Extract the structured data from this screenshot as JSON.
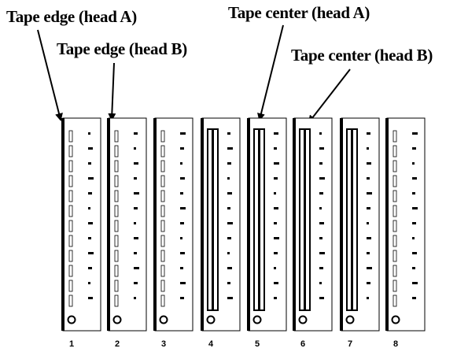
{
  "labels": {
    "tape_edge_head_a": "Tape edge (head A)",
    "tape_edge_head_b": "Tape edge (head B)",
    "tape_center_head_a": "Tape center (head A)",
    "tape_center_head_b": "Tape center (head B)"
  },
  "columns": [
    {
      "number": "1",
      "track": "edge"
    },
    {
      "number": "2",
      "track": "edge"
    },
    {
      "number": "3",
      "track": "edge"
    },
    {
      "number": "4",
      "track": "center"
    },
    {
      "number": "5",
      "track": "center"
    },
    {
      "number": "6",
      "track": "center"
    },
    {
      "number": "7",
      "track": "center"
    },
    {
      "number": "8",
      "track": "edge"
    }
  ],
  "colors": {
    "ink": "#000000",
    "paper": "#ffffff"
  }
}
